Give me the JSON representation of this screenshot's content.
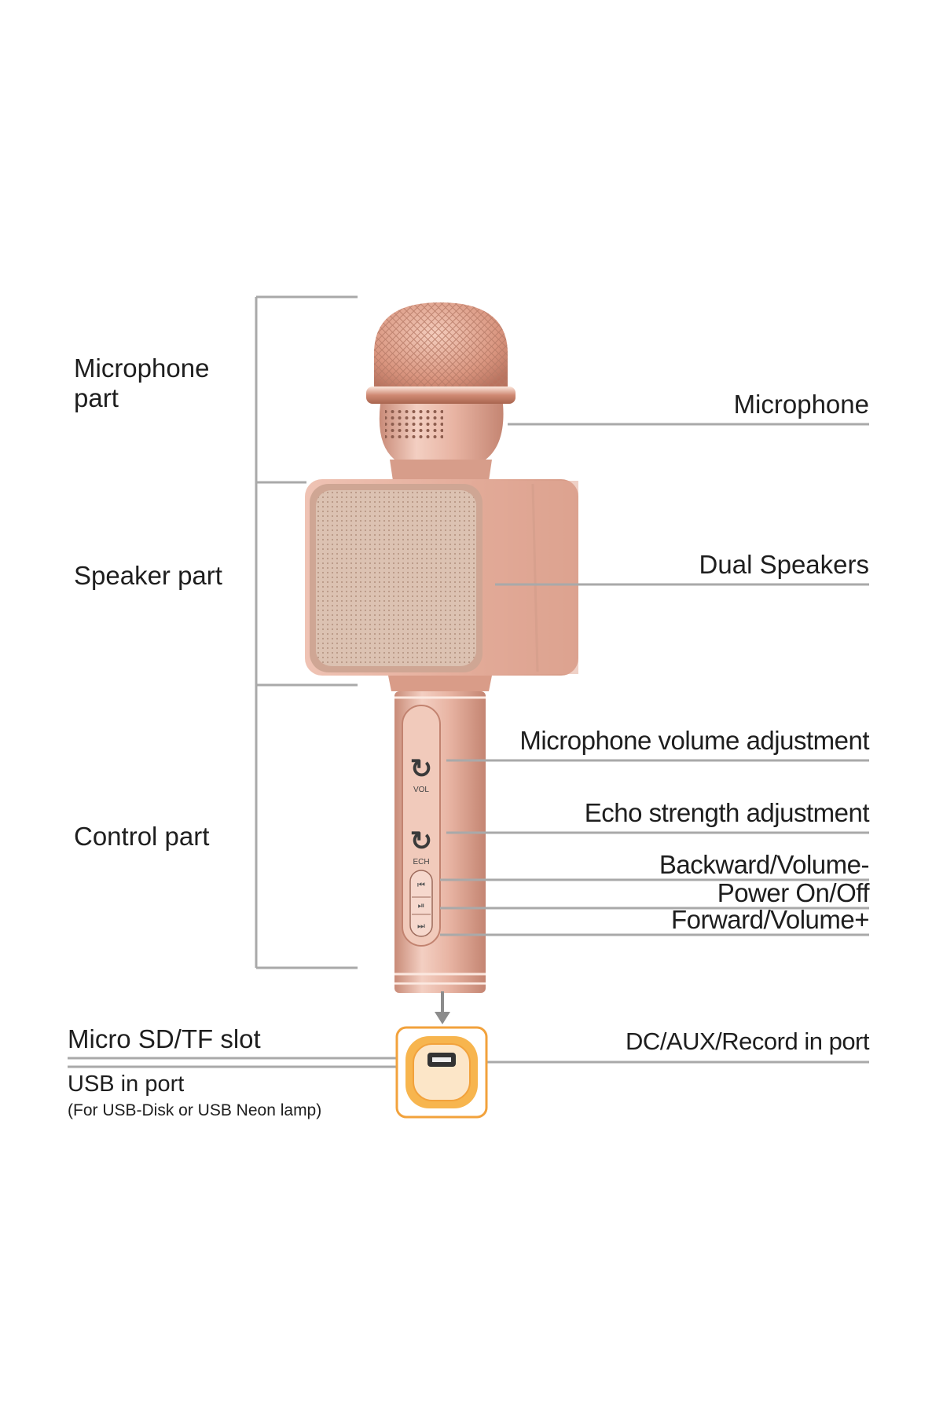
{
  "sections": {
    "microphone_part": [
      "Microphone",
      "part"
    ],
    "speaker_part": "Speaker part",
    "control_part": "Control part"
  },
  "callouts": {
    "microphone": "Microphone",
    "dual_speakers": "Dual Speakers",
    "mic_volume": "Microphone volume adjustment",
    "echo": "Echo strength adjustment",
    "backward": "Backward/Volume-",
    "power": "Power On/Off",
    "forward": "Forward/Volume+"
  },
  "ports": {
    "sd_slot": "Micro SD/TF slot",
    "usb_port": "USB in port",
    "usb_note": "(For USB-Disk or  USB Neon lamp)",
    "dc_port": "DC/AUX/Record in port"
  },
  "knobs": {
    "vol": "VOL",
    "ech": "ECH"
  },
  "colors": {
    "rose_gold": "#e7b1a0",
    "rose_gold_dark": "#c68472",
    "rose_gold_light": "#f7d9cf",
    "grille": "#d9b9a6",
    "leader_line": "#a9a9a9",
    "port_orange": "#f2a23c"
  }
}
